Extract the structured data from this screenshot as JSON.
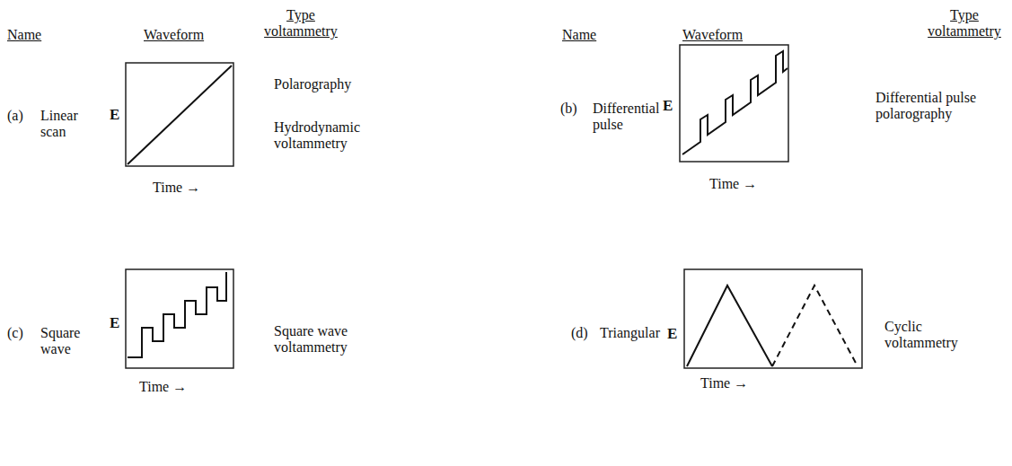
{
  "diagram": {
    "labels": [
      "Name",
      "Waveform",
      "Type voltammetry",
      "Name",
      "Waveform",
      "Type voltammetry",
      "(a)",
      "Linear scan",
      "E",
      "Time →",
      "Polarography",
      "Hydrodynamic voltammetry",
      "(b)",
      "Differential pulse",
      "E",
      "Time →",
      "Differential pulse polarography",
      "(c)",
      "Square wave",
      "E",
      "Time →",
      "Square wave voltammetry",
      "(d)",
      "Triangular",
      "E",
      "Time →",
      "Cyclic voltammetry"
    ]
  }
}
